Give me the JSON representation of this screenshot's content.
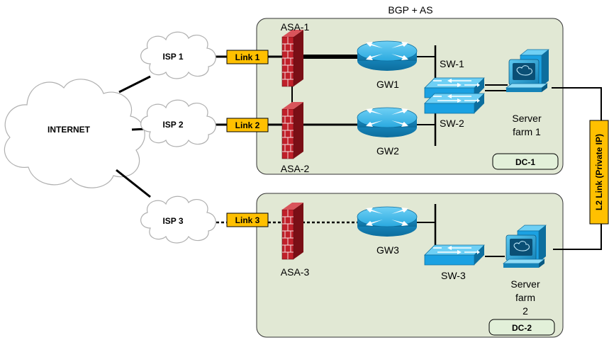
{
  "title": "BGP + AS",
  "internet": {
    "label": "INTERNET"
  },
  "isps": [
    {
      "label": "ISP 1"
    },
    {
      "label": "ISP 2"
    },
    {
      "label": "ISP 3"
    }
  ],
  "links": [
    {
      "label": "Link 1"
    },
    {
      "label": "Link 2"
    },
    {
      "label": "Link 3"
    }
  ],
  "firewalls": [
    {
      "label": "ASA-1"
    },
    {
      "label": "ASA-2"
    },
    {
      "label": "ASA-3"
    }
  ],
  "routers": [
    {
      "label": "GW1"
    },
    {
      "label": "GW2"
    },
    {
      "label": "GW3"
    }
  ],
  "switches": [
    {
      "label": "SW-1"
    },
    {
      "label": "SW-2"
    },
    {
      "label": "SW-3"
    }
  ],
  "server_farms": [
    {
      "line1": "Server",
      "line2": "farm 1",
      "line3": ""
    },
    {
      "line1": "Server",
      "line2": "farm",
      "line3": "2"
    }
  ],
  "datacenters": [
    {
      "label": "DC-1"
    },
    {
      "label": "DC-2"
    }
  ],
  "l2_link": {
    "label": "L2 Link (Private IP)"
  },
  "colors": {
    "dc_fill": "#e1e8d4",
    "dc_badge": "#e2f0d9",
    "link_badge": "#ffc000",
    "router": "#1ba1e2",
    "firewall": "#c0202a",
    "cloud_fill": "#ffffff",
    "cloud_stroke": "#b0b0b0"
  }
}
